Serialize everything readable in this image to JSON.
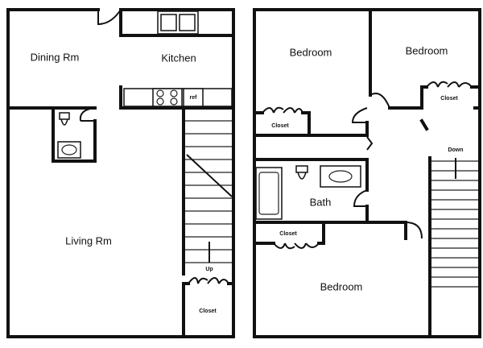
{
  "floors": {
    "first": {
      "rooms": {
        "dining": "Dining Rm",
        "kitchen": "Kitchen",
        "living": "Living Rm"
      },
      "labels": {
        "closet": "Closet",
        "stairs_up": "Up",
        "ref": "ref"
      }
    },
    "second": {
      "rooms": {
        "bedroom_nw": "Bedroom",
        "bedroom_ne": "Bedroom",
        "bath": "Bath",
        "bedroom_s": "Bedroom"
      },
      "labels": {
        "closet_nw": "Closet",
        "closet_ne": "Closet",
        "closet_s": "Closet",
        "stairs_down": "Down"
      }
    }
  }
}
